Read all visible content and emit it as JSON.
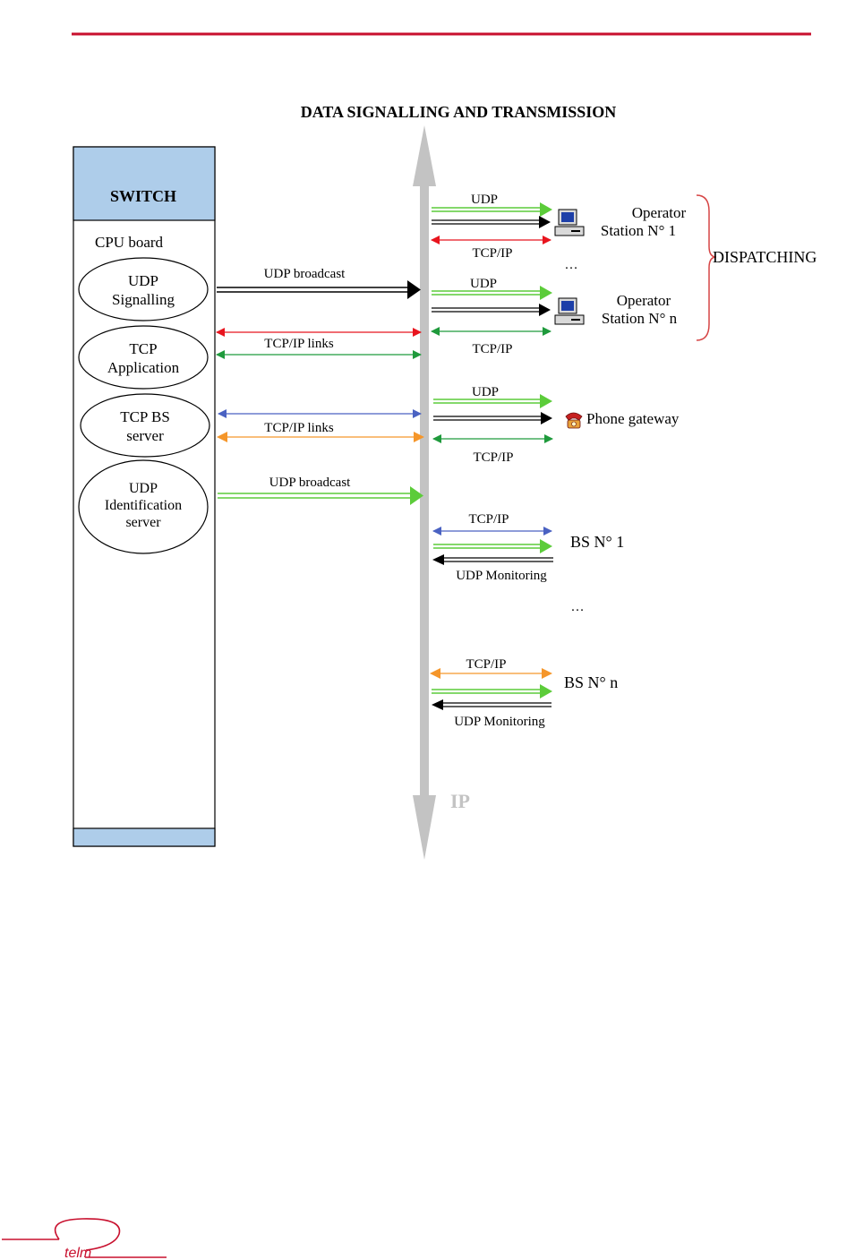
{
  "title": "DATA SIGNALLING AND TRANSMISSION",
  "switch": {
    "label": "SWITCH",
    "cpu_label": "CPU board",
    "modules": [
      {
        "lines": [
          "UDP",
          "Signalling"
        ]
      },
      {
        "lines": [
          "TCP",
          "Application"
        ]
      },
      {
        "lines": [
          "TCP BS",
          "server"
        ]
      },
      {
        "lines": [
          "UDP",
          "Identification",
          "server"
        ]
      }
    ]
  },
  "left_links": {
    "udp_broadcast_1": "UDP broadcast",
    "tcpip_links_1": "TCP/IP links",
    "tcpip_links_2": "TCP/IP links",
    "udp_broadcast_2": "UDP broadcast"
  },
  "bus": {
    "label": "IP"
  },
  "right": {
    "op1": {
      "udp": "UDP",
      "tcp": "TCP/IP",
      "line1": "Operator",
      "line2": "Station N° 1"
    },
    "ellipsis1": "…",
    "opn": {
      "udp": "UDP",
      "tcp": "TCP/IP",
      "line1": "Operator",
      "line2": "Station N° n"
    },
    "dispatching": "DISPATCHING",
    "phone": {
      "udp": "UDP",
      "tcp": "TCP/IP",
      "label": "Phone gateway"
    },
    "bs1": {
      "tcp": "TCP/IP",
      "label": "BS N° 1",
      "mon": "UDP Monitoring"
    },
    "ellipsis2": "…",
    "bsn": {
      "tcp": "TCP/IP",
      "label": "BS N° n",
      "mon": "UDP Monitoring"
    }
  },
  "logo": {
    "text": "telm"
  },
  "colors": {
    "header_rule": "#c8102e",
    "switch_fill": "#aecdea",
    "bus": "#c3c3c3",
    "red": "#e8141e",
    "green": "#1f9a3c",
    "light_green": "#5ccc3a",
    "blue": "#4a62c2",
    "orange": "#f5962a",
    "black": "#000000",
    "bracket": "#d64545"
  }
}
